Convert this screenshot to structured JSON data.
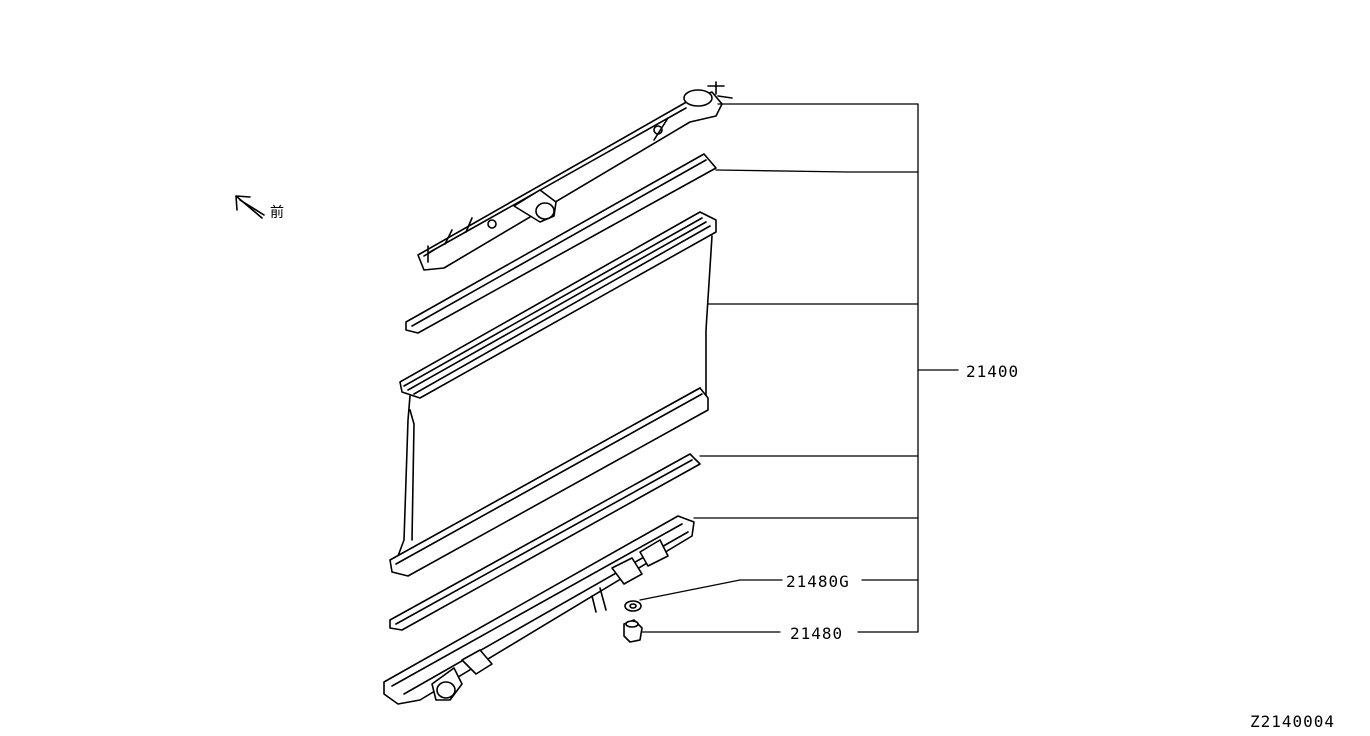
{
  "labels": {
    "part_21400": "21400",
    "part_21480g": "21480G",
    "part_21480": "21480",
    "diagram_code": "Z2140004",
    "front_mark": "前"
  },
  "colors": {
    "line": "#000000",
    "background": "#ffffff"
  }
}
